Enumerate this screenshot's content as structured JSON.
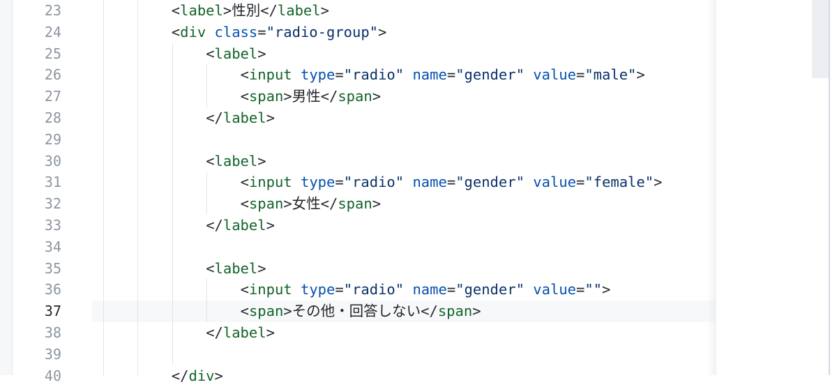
{
  "editor": {
    "current_line": 37,
    "line_numbers": [
      "23",
      "24",
      "25",
      "26",
      "27",
      "28",
      "29",
      "30",
      "31",
      "32",
      "33",
      "34",
      "35",
      "36",
      "37",
      "38",
      "39",
      "40"
    ],
    "lines": [
      {
        "num": "23",
        "indent": 2,
        "tokens": [
          [
            "p",
            "<"
          ],
          [
            "t",
            "label"
          ],
          [
            "p",
            ">"
          ],
          [
            "x",
            "性別"
          ],
          [
            "p",
            "</"
          ],
          [
            "t",
            "label"
          ],
          [
            "p",
            ">"
          ]
        ]
      },
      {
        "num": "24",
        "indent": 2,
        "tokens": [
          [
            "p",
            "<"
          ],
          [
            "t",
            "div"
          ],
          [
            "p",
            " "
          ],
          [
            "a",
            "class"
          ],
          [
            "p",
            "="
          ],
          [
            "v",
            "\"radio-group\""
          ],
          [
            "p",
            ">"
          ]
        ]
      },
      {
        "num": "25",
        "indent": 3,
        "tokens": [
          [
            "p",
            "<"
          ],
          [
            "t",
            "label"
          ],
          [
            "p",
            ">"
          ]
        ]
      },
      {
        "num": "26",
        "indent": 4,
        "tokens": [
          [
            "p",
            "<"
          ],
          [
            "t",
            "input"
          ],
          [
            "p",
            " "
          ],
          [
            "a",
            "type"
          ],
          [
            "p",
            "="
          ],
          [
            "v",
            "\"radio\""
          ],
          [
            "p",
            " "
          ],
          [
            "a",
            "name"
          ],
          [
            "p",
            "="
          ],
          [
            "v",
            "\"gender\""
          ],
          [
            "p",
            " "
          ],
          [
            "a",
            "value"
          ],
          [
            "p",
            "="
          ],
          [
            "v",
            "\"male\""
          ],
          [
            "p",
            ">"
          ]
        ]
      },
      {
        "num": "27",
        "indent": 4,
        "tokens": [
          [
            "p",
            "<"
          ],
          [
            "t",
            "span"
          ],
          [
            "p",
            ">"
          ],
          [
            "x",
            "男性"
          ],
          [
            "p",
            "</"
          ],
          [
            "t",
            "span"
          ],
          [
            "p",
            ">"
          ]
        ]
      },
      {
        "num": "28",
        "indent": 3,
        "tokens": [
          [
            "p",
            "</"
          ],
          [
            "t",
            "label"
          ],
          [
            "p",
            ">"
          ]
        ]
      },
      {
        "num": "29",
        "indent": 0,
        "tokens": []
      },
      {
        "num": "30",
        "indent": 3,
        "tokens": [
          [
            "p",
            "<"
          ],
          [
            "t",
            "label"
          ],
          [
            "p",
            ">"
          ]
        ]
      },
      {
        "num": "31",
        "indent": 4,
        "tokens": [
          [
            "p",
            "<"
          ],
          [
            "t",
            "input"
          ],
          [
            "p",
            " "
          ],
          [
            "a",
            "type"
          ],
          [
            "p",
            "="
          ],
          [
            "v",
            "\"radio\""
          ],
          [
            "p",
            " "
          ],
          [
            "a",
            "name"
          ],
          [
            "p",
            "="
          ],
          [
            "v",
            "\"gender\""
          ],
          [
            "p",
            " "
          ],
          [
            "a",
            "value"
          ],
          [
            "p",
            "="
          ],
          [
            "v",
            "\"female\""
          ],
          [
            "p",
            ">"
          ]
        ]
      },
      {
        "num": "32",
        "indent": 4,
        "tokens": [
          [
            "p",
            "<"
          ],
          [
            "t",
            "span"
          ],
          [
            "p",
            ">"
          ],
          [
            "x",
            "女性"
          ],
          [
            "p",
            "</"
          ],
          [
            "t",
            "span"
          ],
          [
            "p",
            ">"
          ]
        ]
      },
      {
        "num": "33",
        "indent": 3,
        "tokens": [
          [
            "p",
            "</"
          ],
          [
            "t",
            "label"
          ],
          [
            "p",
            ">"
          ]
        ]
      },
      {
        "num": "34",
        "indent": 0,
        "tokens": []
      },
      {
        "num": "35",
        "indent": 3,
        "tokens": [
          [
            "p",
            "<"
          ],
          [
            "t",
            "label"
          ],
          [
            "p",
            ">"
          ]
        ]
      },
      {
        "num": "36",
        "indent": 4,
        "tokens": [
          [
            "p",
            "<"
          ],
          [
            "t",
            "input"
          ],
          [
            "p",
            " "
          ],
          [
            "a",
            "type"
          ],
          [
            "p",
            "="
          ],
          [
            "v",
            "\"radio\""
          ],
          [
            "p",
            " "
          ],
          [
            "a",
            "name"
          ],
          [
            "p",
            "="
          ],
          [
            "v",
            "\"gender\""
          ],
          [
            "p",
            " "
          ],
          [
            "a",
            "value"
          ],
          [
            "p",
            "="
          ],
          [
            "v",
            "\"\""
          ],
          [
            "p",
            ">"
          ]
        ]
      },
      {
        "num": "37",
        "indent": 4,
        "tokens": [
          [
            "p",
            "<"
          ],
          [
            "t",
            "span"
          ],
          [
            "p",
            ">"
          ],
          [
            "x",
            "その他・回答しない"
          ],
          [
            "p",
            "</"
          ],
          [
            "t",
            "span"
          ],
          [
            "p",
            ">"
          ]
        ]
      },
      {
        "num": "38",
        "indent": 3,
        "tokens": [
          [
            "p",
            "</"
          ],
          [
            "t",
            "label"
          ],
          [
            "p",
            ">"
          ]
        ]
      },
      {
        "num": "39",
        "indent": 0,
        "tokens": []
      },
      {
        "num": "40",
        "indent": 2,
        "tokens": [
          [
            "p",
            "</"
          ],
          [
            "t",
            "div"
          ],
          [
            "p",
            ">"
          ]
        ]
      }
    ]
  },
  "colors": {
    "tag": "#116329",
    "attr": "#0550ae",
    "value": "#0a3069",
    "punct": "#24292f",
    "line_number": "#8c959f",
    "current_line_bg": "#f6f8fa"
  }
}
